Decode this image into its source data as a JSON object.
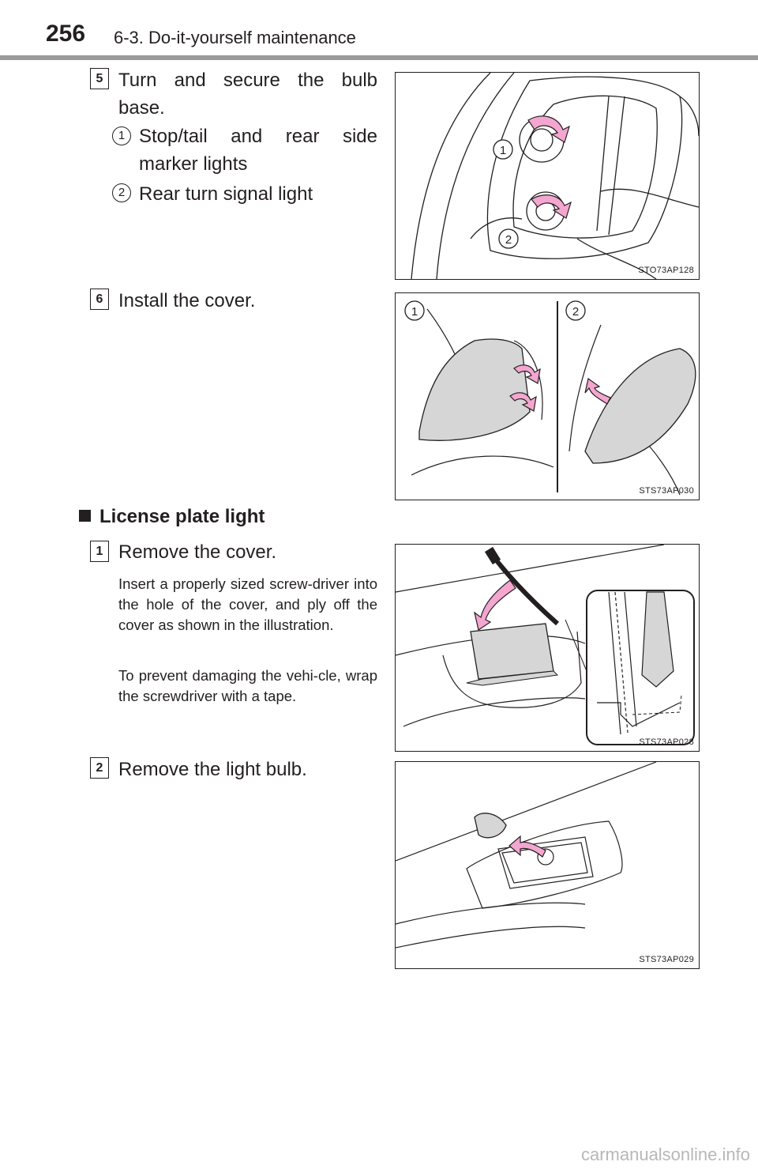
{
  "header": {
    "page_number": "256",
    "section": "6-3. Do-it-yourself maintenance"
  },
  "steps_top": [
    {
      "num": "5",
      "text": "Turn and secure the bulb base."
    },
    {
      "num": "6",
      "text": "Install the cover."
    }
  ],
  "step5_items": [
    {
      "marker": "1",
      "text": "Stop/tail and rear side marker lights"
    },
    {
      "marker": "2",
      "text": "Rear turn signal light"
    }
  ],
  "license": {
    "heading": "License plate light",
    "steps": [
      {
        "num": "1",
        "text": "Remove the cover.",
        "note1": "Insert a properly sized screw-driver into the hole of the cover, and ply off the cover as shown in the illustration.",
        "note2": "To prevent damaging the vehi-cle, wrap the screwdriver with a tape."
      },
      {
        "num": "2",
        "text": "Remove the light bulb."
      }
    ]
  },
  "figures": {
    "fig1": {
      "code": "STO73AP128",
      "callouts": [
        "1",
        "2"
      ]
    },
    "fig2": {
      "code": "STS73AP030",
      "callouts": [
        "1",
        "2"
      ]
    },
    "fig3": {
      "code": "STS73AP028"
    },
    "fig4": {
      "code": "STS73AP029"
    }
  },
  "colors": {
    "arrow": "#f3a6cf",
    "cover_fill": "#d6d6d6",
    "rule": "#9a9a9a"
  },
  "footer": {
    "watermark": "carmanualsonline.info"
  }
}
